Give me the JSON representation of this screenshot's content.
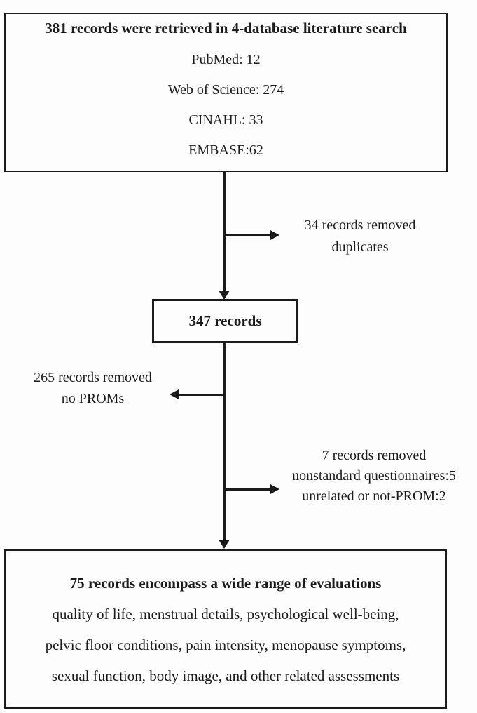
{
  "figure": {
    "colors": {
      "ink": "#1b1b1b",
      "background": "#fdfdfd"
    },
    "top_box": {
      "title": "381 records were retrieved in 4-database literature search",
      "databases": [
        "PubMed: 12",
        "Web of Science: 274",
        "CINAHL: 33",
        "EMBASE:62"
      ]
    },
    "removed_duplicates": {
      "lines": [
        "34 records removed",
        "duplicates"
      ]
    },
    "mid_box": {
      "label": "347 records"
    },
    "removed_no_proms": {
      "lines": [
        "265 records removed",
        "no PROMs"
      ]
    },
    "removed_nonstandard": {
      "lines": [
        "7 records removed",
        "nonstandard questionnaires:5",
        "unrelated or not-PROM:2"
      ]
    },
    "bottom_box": {
      "title": "75 records encompass a wide range of evaluations",
      "lines": [
        "quality of life, menstrual details, psychological well-being,",
        "pelvic floor conditions, pain intensity, menopause symptoms,",
        "sexual function, body image, and other related assessments"
      ]
    }
  }
}
